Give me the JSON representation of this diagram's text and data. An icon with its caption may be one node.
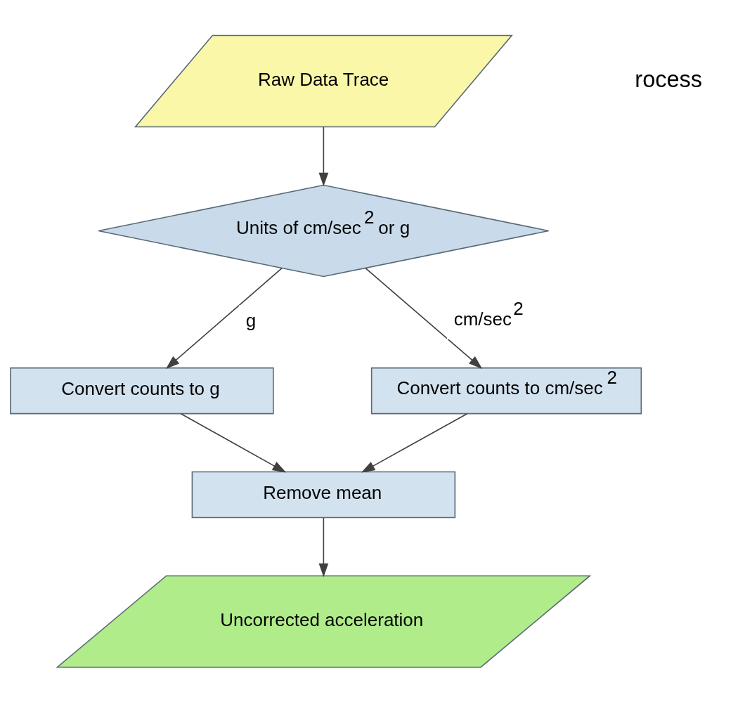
{
  "diagram": {
    "nodes": [
      {
        "text": [
          "Raw Data Trace"
        ]
      },
      {
        "text": [
          "Units of cm/sec$^{2}$ or g"
        ]
      },
      {
        "text": [
          "Convert counts to g"
        ]
      },
      {
        "text": [
          "Convert counts to cm/sec$^{2}$"
        ]
      },
      {
        "text": [
          "Remove mean"
        ]
      },
      {
        "text": [
          "Uncorrected acceleration"
        ]
      }
    ],
    "edges": [
      {
        "from": 0,
        "to": 1,
        "arrow": "to"
      },
      {
        "from": 1,
        "to": 2,
        "arrow": "to",
        "label": "g"
      },
      {
        "from": 1,
        "to": 3,
        "arrow": "to",
        "label": "cm/sec$^{2}$"
      },
      {
        "from": 2,
        "to": 4,
        "arrow": "to"
      },
      {
        "from": 3,
        "to": 4,
        "arrow": "to"
      },
      {
        "from": 4,
        "to": 5,
        "arrow": "to"
      }
    ],
    "labels": [
      "rocess"
    ]
  }
}
